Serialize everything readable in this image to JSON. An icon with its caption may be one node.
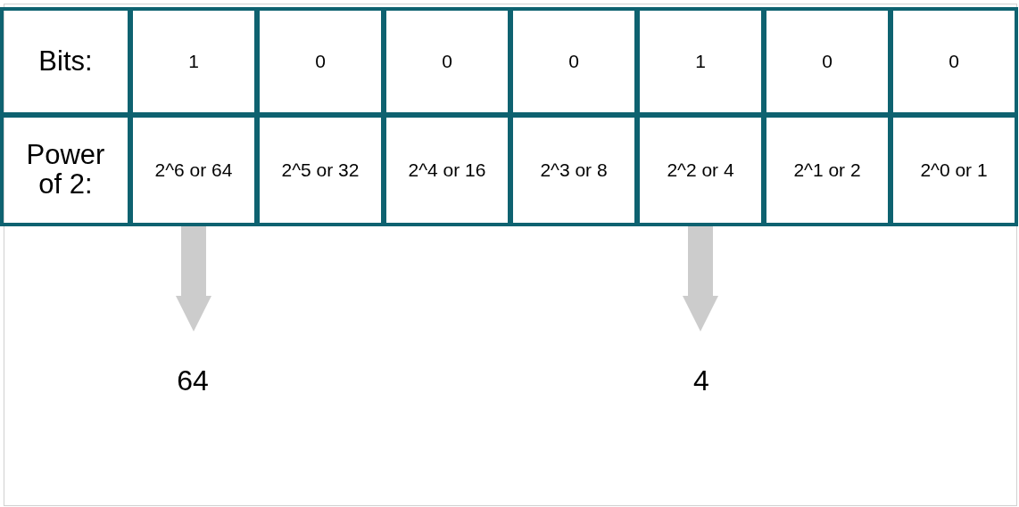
{
  "diagram": {
    "nodes": [
      {
        "text": [
          "Bits:"
        ]
      },
      {
        "text": [
          "1"
        ]
      },
      {
        "text": [
          "0"
        ]
      },
      {
        "text": [
          "0"
        ]
      },
      {
        "text": [
          "0"
        ]
      },
      {
        "text": [
          "1"
        ]
      },
      {
        "text": [
          "0"
        ]
      },
      {
        "text": [
          "0"
        ]
      },
      {
        "text": [
          "Power of 2:"
        ]
      },
      {
        "text": [
          "2^6 or 64"
        ]
      },
      {
        "text": [
          "2^5 or 32"
        ]
      },
      {
        "text": [
          "2^4 or 16"
        ]
      },
      {
        "text": [
          "2^3 or 8"
        ]
      },
      {
        "text": [
          "2^2 or 4"
        ]
      },
      {
        "text": [
          "2^1 or 2"
        ]
      },
      {
        "text": [
          "2^0 or 1"
        ]
      },
      {
        "text": [
          "64"
        ]
      },
      {
        "text": [
          "4"
        ]
      }
    ],
    "edges": [
      {
        "from": 9,
        "to": 16,
        "arrow": "to"
      },
      {
        "from": 13,
        "to": 17,
        "arrow": "to"
      }
    ]
  }
}
